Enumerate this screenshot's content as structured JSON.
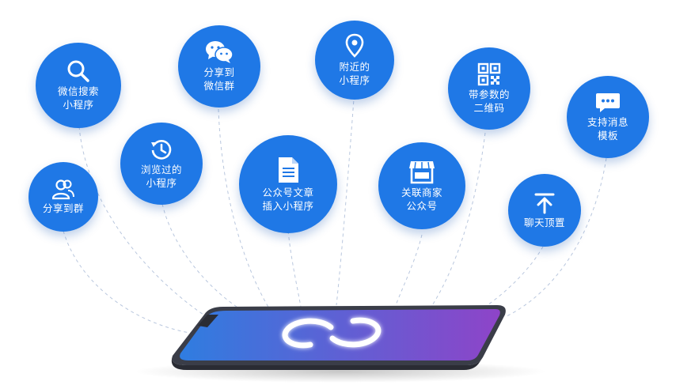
{
  "colors": {
    "bubble": "#1f78e6",
    "dashed_line": "#b9c7de",
    "screen_start": "#2f7de0",
    "screen_end": "#8e44c8"
  },
  "features": [
    {
      "id": "share-group",
      "label": "分享到群",
      "icon": "users-icon"
    },
    {
      "id": "wechat-search",
      "label": "微信搜索\n小程序",
      "icon": "search-icon"
    },
    {
      "id": "browsed",
      "label": "浏览过的\n小程序",
      "icon": "history-icon"
    },
    {
      "id": "share-wechat-group",
      "label": "分享到\n微信群",
      "icon": "wechat-icon"
    },
    {
      "id": "article-insert",
      "label": "公众号文章\n插入小程序",
      "icon": "document-icon"
    },
    {
      "id": "nearby",
      "label": "附近的\n小程序",
      "icon": "location-icon"
    },
    {
      "id": "merchant-account",
      "label": "关联商家\n公众号",
      "icon": "store-icon"
    },
    {
      "id": "qr-code",
      "label": "带参数的\n二维码",
      "icon": "qr-code-icon"
    },
    {
      "id": "chat-top",
      "label": "聊天顶置",
      "icon": "pin-top-icon"
    },
    {
      "id": "message-template",
      "label": "支持消息\n模板",
      "icon": "message-icon"
    }
  ]
}
